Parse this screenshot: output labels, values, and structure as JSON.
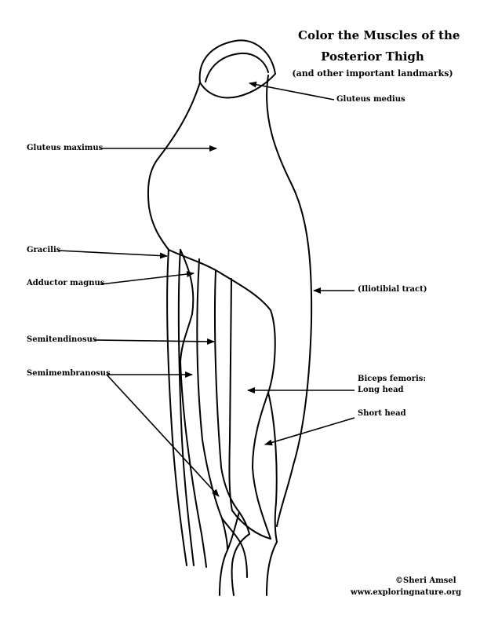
{
  "title": {
    "line1": "Color the Muscles of the",
    "line2": "Posterior Thigh",
    "line3": "(and other important landmarks)"
  },
  "labels": {
    "gluteus_medius": "Gluteus medius",
    "gluteus_maximus": "Gluteus maximus",
    "gracilis": "Gracilis",
    "adductor_magnus": "Adductor magnus",
    "iliotibial_tract": "(Iliotibial tract)",
    "semitendinosus": "Semitendinosus",
    "semimembranosus": "Semimembranosus",
    "biceps_femoris": "Biceps femoris:",
    "long_head": "Long head",
    "short_head": "Short head"
  },
  "credit": {
    "author": "©Sheri Amsel",
    "website": "www.exploringnature.org"
  }
}
